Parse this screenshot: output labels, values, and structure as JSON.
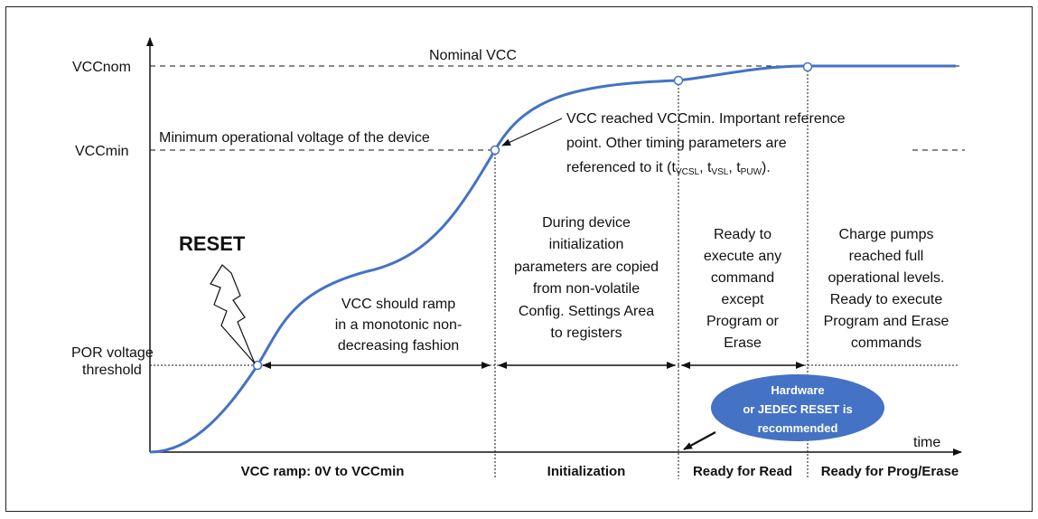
{
  "colors": {
    "curve": "#4472c4",
    "bubble_fill": "#4472c4",
    "text": "#111111",
    "frame": "#222222"
  },
  "levels": {
    "vccnom_label": "VCCnom",
    "vccmin_label": "VCCmin",
    "por_label_line1": "POR voltage",
    "por_label_line2": "threshold",
    "nominal_vcc": "Nominal VCC",
    "minimum_operational": "Minimum operational voltage of the device"
  },
  "axis": {
    "x_label": "time"
  },
  "reset": {
    "label": "RESET"
  },
  "annotation_vccmin": {
    "line1": "VCC reached VCCmin. Important reference",
    "line2": "point. Other timing parameters are",
    "line3_prefix": "referenced to it (t",
    "sub1": "VCSL",
    "sep1": ", t",
    "sub2": "VSL",
    "sep2": ", t",
    "sub3": "PUW",
    "line3_suffix": ")."
  },
  "regions": [
    {
      "description": [
        "VCC should ramp",
        "in a monotonic non-",
        "decreasing fashion"
      ],
      "phase_label": "VCC ramp: 0V to VCCmin"
    },
    {
      "description": [
        "During device",
        "initialization",
        "parameters are copied",
        "from non-volatile",
        "Config. Settings Area",
        "to registers"
      ],
      "phase_label": "Initialization"
    },
    {
      "description": [
        "Ready to",
        "execute any",
        "command",
        "except",
        "Program or",
        "Erase"
      ],
      "phase_label": "Ready for Read"
    },
    {
      "description": [
        "Charge pumps",
        "reached full",
        "operational levels.",
        "Ready to execute",
        "Program and Erase",
        "commands"
      ],
      "phase_label": "Ready for Prog/Erase"
    }
  ],
  "bubble": {
    "line1": "Hardware",
    "line2": "or JEDEC RESET is",
    "line3": "recommended"
  }
}
